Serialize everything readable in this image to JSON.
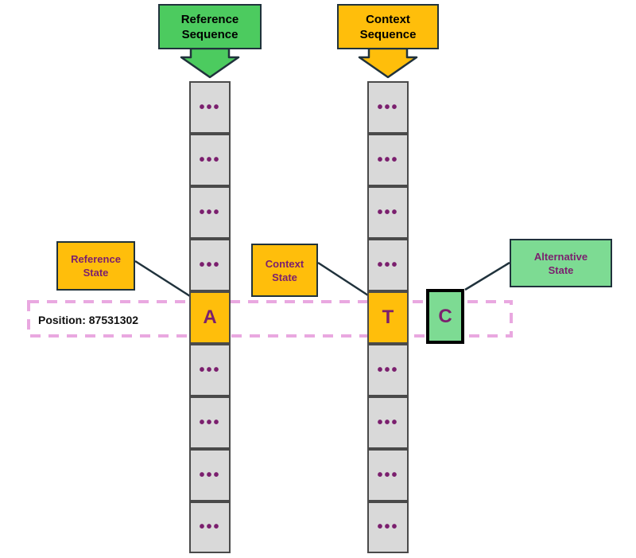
{
  "diagram": {
    "title_hidden": "",
    "colors": {
      "reference_green": "#4CCB5F",
      "context_orange": "#FFBE0B",
      "alternative_green": "#7DDB93",
      "cell_gray": "#D9D9D9",
      "border_dark": "#20323C",
      "text_purple": "#7B1F6E",
      "dashed_pink": "#E9A8E0"
    }
  },
  "headers": [
    {
      "id": "reference-sequence",
      "line1": "Reference",
      "line2": "Sequence",
      "fill": "#4CCB5F"
    },
    {
      "id": "context-sequence",
      "line1": "Context",
      "line2": "Sequence",
      "fill": "#FFBE0B"
    }
  ],
  "labels": [
    {
      "id": "reference-state",
      "line1": "Reference",
      "line2": "State",
      "fill": "#FFBE0B"
    },
    {
      "id": "context-state",
      "line1": "Context",
      "line2": "State",
      "fill": "#FFBE0B"
    },
    {
      "id": "alternative-state",
      "line1": "Alternative",
      "line2": "State",
      "fill": "#7DDB93"
    }
  ],
  "ellipsis": "•••",
  "columns": {
    "reference": {
      "name": "reference-sequence-column",
      "cells": [
        "•••",
        "•••",
        "•••",
        "•••",
        "A",
        "•••",
        "•••",
        "•••",
        "•••"
      ],
      "focus_index": 4,
      "focus_value": "A"
    },
    "context": {
      "name": "context-sequence-column",
      "cells": [
        "•••",
        "•••",
        "•••",
        "•••",
        "T",
        "•••",
        "•••",
        "•••",
        "•••"
      ],
      "focus_index": 4,
      "focus_value": "T"
    }
  },
  "alternative": {
    "name": "alternative-allele-cell",
    "value": "C"
  },
  "position": {
    "label": "Position: 87531302",
    "value": "87531302"
  }
}
